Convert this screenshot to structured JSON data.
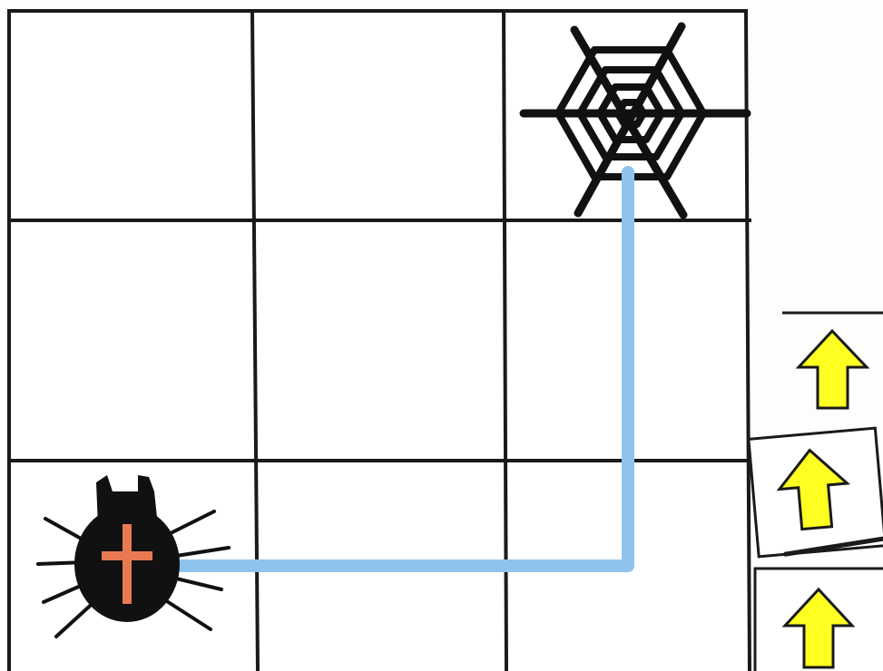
{
  "board": {
    "rows": 3,
    "cols": 3,
    "spider_cell": {
      "row": 3,
      "col": 1
    },
    "web_cell": {
      "row": 1,
      "col": 3
    }
  },
  "path": {
    "color": "#8fc3ee",
    "route": [
      "right",
      "right",
      "up",
      "up"
    ]
  },
  "command_cards": [
    {
      "icon": "up-arrow-icon",
      "direction": "up"
    },
    {
      "icon": "up-arrow-icon",
      "direction": "up"
    },
    {
      "icon": "up-arrow-icon",
      "direction": "up"
    }
  ],
  "colors": {
    "arrow_fill": "#ffff22",
    "spider_body": "#111111",
    "spider_cross": "#e87a52",
    "grid": "#1a1a1a"
  }
}
